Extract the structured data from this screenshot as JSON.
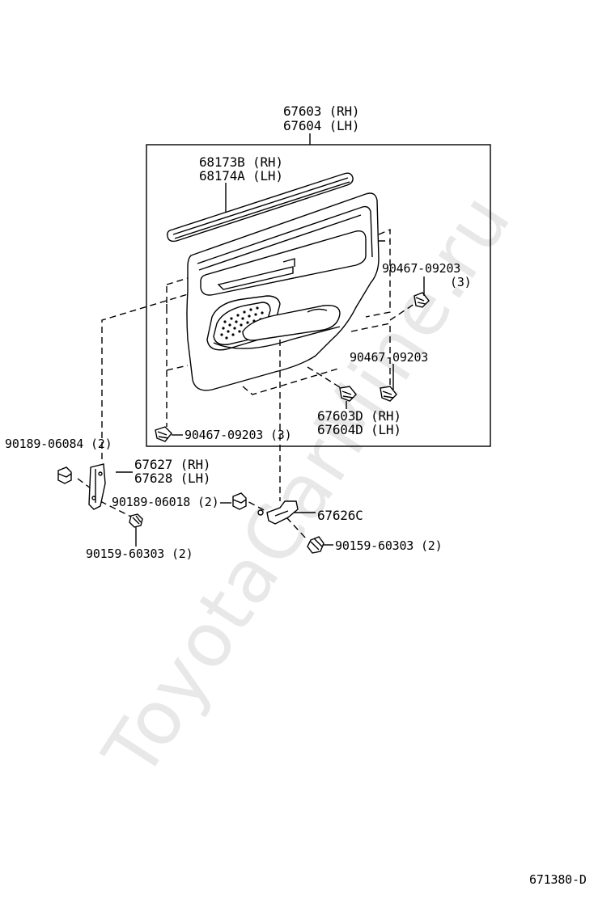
{
  "watermark": "ToyotaCarMine.ru",
  "diagram_code": "671380-D",
  "parts": {
    "panel_rh": "67603 (RH)",
    "panel_lh": "67604 (LH)",
    "weatherstrip_rh": "68173B (RH)",
    "weatherstrip_lh": "68174A (LH)",
    "clip_right_top": "90467-09203",
    "clip_right_top_qty": "(3)",
    "clip_right_mid": "90467-09203",
    "clip_bottom_rh": "67603D (RH)",
    "clip_bottom_lh": "67604D (LH)",
    "clip_bottom_left": "90467-09203 (3)",
    "clip_left_outer": "90189-06084 (2)",
    "bracket_rh": "67627 (RH)",
    "bracket_lh": "67628 (LH)",
    "nut_center": "90189-06018 (2)",
    "bracket_center": "67626C",
    "screw_left": "90159-60303 (2)",
    "screw_right": "90159-60303 (2)"
  }
}
